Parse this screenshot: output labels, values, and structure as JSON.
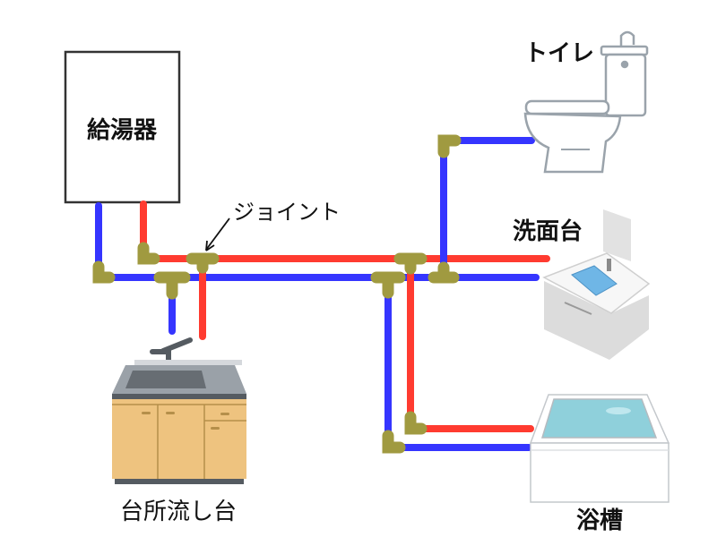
{
  "diagram": {
    "title": "Household hot/cold water piping",
    "colors": {
      "hot_pipe": "#ff3b30",
      "cold_pipe": "#3535ff",
      "joint": "#a09a40",
      "outline": "#333333",
      "fixture_gray": "#9aa3ab",
      "sink_wood": "#eec37f",
      "basin_blue": "#6fb6e6",
      "tub_water": "#8fd0db"
    },
    "nodes": {
      "water_heater": {
        "label": "給湯器"
      },
      "joint_callout": {
        "label": "ジョイント"
      },
      "toilet": {
        "label": "トイレ"
      },
      "washbasin": {
        "label": "洗面台"
      },
      "kitchen_sink": {
        "label": "台所流し台"
      },
      "bathtub": {
        "label": "浴槽"
      }
    },
    "connections": [
      {
        "from": "water_heater",
        "to": "kitchen_sink",
        "type": "hot"
      },
      {
        "from": "water_heater",
        "to": "kitchen_sink",
        "type": "cold"
      },
      {
        "from": "water_heater",
        "to": "washbasin",
        "type": "hot"
      },
      {
        "from": "water_heater",
        "to": "washbasin",
        "type": "cold"
      },
      {
        "from": "water_heater",
        "to": "toilet",
        "type": "cold"
      },
      {
        "from": "water_heater",
        "to": "bathtub",
        "type": "hot"
      },
      {
        "from": "water_heater",
        "to": "bathtub",
        "type": "cold"
      }
    ]
  }
}
